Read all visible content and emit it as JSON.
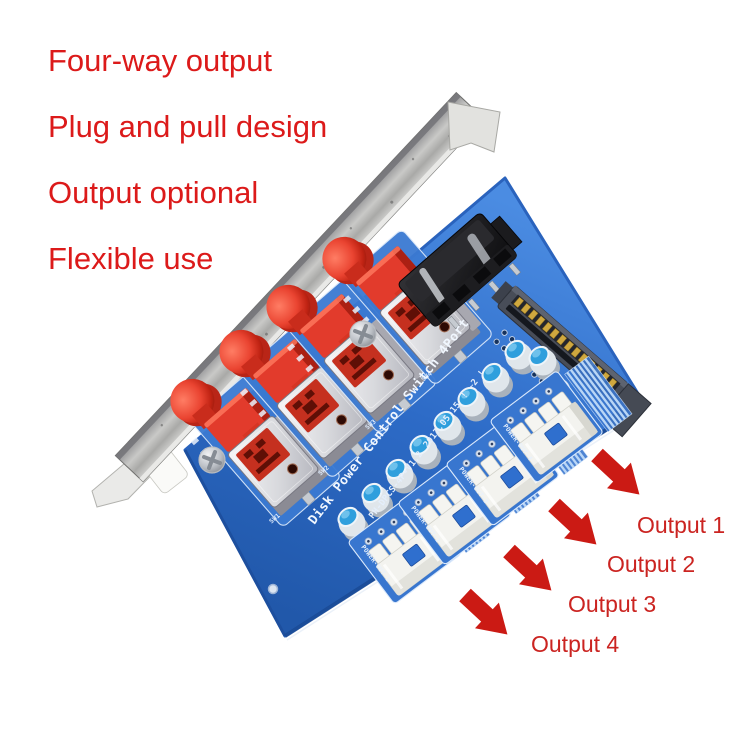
{
  "headline": {
    "color": "#dc1a1a",
    "lines": [
      "Four-way output",
      "Plug and pull design",
      "Output optional",
      "Flexible use"
    ]
  },
  "annotations": {
    "arrow_color": "#cb1a14",
    "label_color": "#cb2421",
    "labels": [
      "Output 1",
      "Output 2",
      "Output 3",
      "Output 4"
    ]
  },
  "pcb": {
    "silkscreen_title": "Disk Power Control Switch 4Port",
    "silkscreen_model": "PH-DPCS-4P-V1.2",
    "silkscreen_date": "2017.05.15",
    "silkscreen_mark": "! ~2 !",
    "silkscreen_color": "#f0f6fe",
    "port_labels": [
      "POWER-OUT-1",
      "POWER-OUT-2",
      "POWER-OUT-3",
      "POWER-OUT-4"
    ],
    "switch_labels": [
      "SW1",
      "SW2",
      "SW3",
      "SW4"
    ],
    "colors": {
      "pcb_blue": "#2e6dc8",
      "button_red": "#e23b2c",
      "capacitor_top_blue": "#2f9fdd",
      "bracket_gray": "#b9b9b7",
      "connector_white": "#f3f3ef",
      "sata_gray": "#484d58",
      "gold": "#cfa83f"
    }
  }
}
